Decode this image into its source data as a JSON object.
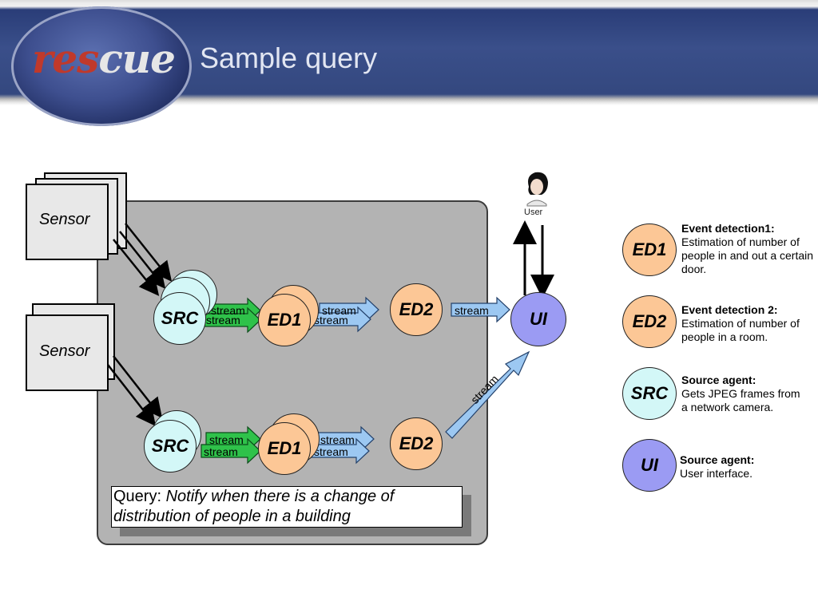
{
  "header": {
    "logo_text_red": "res",
    "logo_text_light": "cue",
    "title": "Sample query"
  },
  "sensors": [
    {
      "label": "Sensor"
    },
    {
      "label": "Sensor"
    }
  ],
  "pipeline": {
    "src_label": "SRC",
    "ed1_label": "ED1",
    "ed2_label": "ED2",
    "ui_label": "UI",
    "stream_label": "stream",
    "user_label": "User"
  },
  "query": {
    "prefix": "Query: ",
    "text": "Notify when there is a change of distribution of people in a building"
  },
  "legend": [
    {
      "node": "ED1",
      "title": "Event detection1:",
      "text": "Estimation of number of people in and out a certain door."
    },
    {
      "node": "ED2",
      "title": "Event detection 2:",
      "text": "Estimation of number of people in a room."
    },
    {
      "node": "SRC",
      "title": "Source agent:",
      "text": "Gets JPEG frames from a network camera."
    },
    {
      "node": "UI",
      "title": "Source agent:",
      "text": "User interface."
    }
  ],
  "colors": {
    "src": "#d3f7f7",
    "ed": "#fcc796",
    "ui": "#9b9bf3",
    "stream_green": "#2fc24a",
    "stream_blue": "#9cc8f2",
    "header": "#3a4f8a"
  }
}
